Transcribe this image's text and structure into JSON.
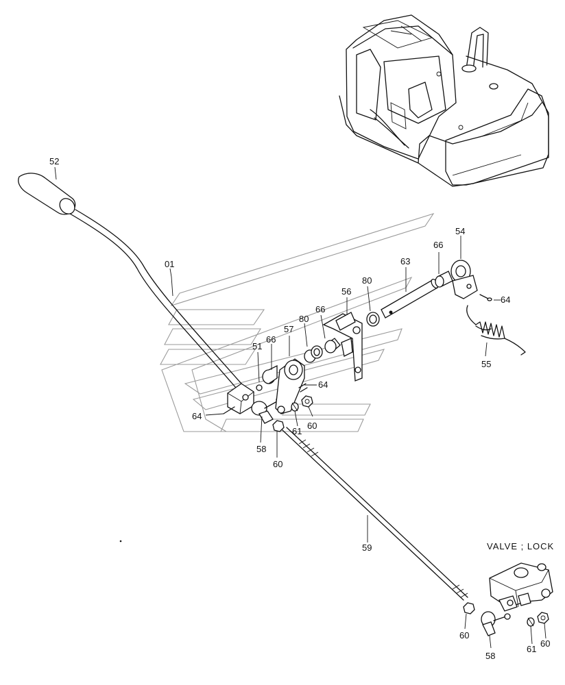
{
  "figure": {
    "inset_title": "VALVE ; LOCK",
    "callouts": [
      {
        "id": "c-52",
        "text": "52"
      },
      {
        "id": "c-01",
        "text": "01"
      },
      {
        "id": "c-51",
        "text": "51"
      },
      {
        "id": "c-66a",
        "text": "66"
      },
      {
        "id": "c-57",
        "text": "57"
      },
      {
        "id": "c-80a",
        "text": "80"
      },
      {
        "id": "c-66b",
        "text": "66"
      },
      {
        "id": "c-56",
        "text": "56"
      },
      {
        "id": "c-80b",
        "text": "80"
      },
      {
        "id": "c-63",
        "text": "63"
      },
      {
        "id": "c-66c",
        "text": "66"
      },
      {
        "id": "c-54",
        "text": "54"
      },
      {
        "id": "c-64a",
        "text": "64"
      },
      {
        "id": "c-55",
        "text": "55"
      },
      {
        "id": "c-64b",
        "text": "64"
      },
      {
        "id": "c-64c",
        "text": "64"
      },
      {
        "id": "c-61a",
        "text": "61"
      },
      {
        "id": "c-60a",
        "text": "60"
      },
      {
        "id": "c-58a",
        "text": "58"
      },
      {
        "id": "c-60b",
        "text": "60"
      },
      {
        "id": "c-59",
        "text": "59"
      },
      {
        "id": "c-60c",
        "text": "60"
      },
      {
        "id": "c-58b",
        "text": "58"
      },
      {
        "id": "c-61b",
        "text": "61"
      },
      {
        "id": "c-60d",
        "text": "60"
      }
    ]
  }
}
